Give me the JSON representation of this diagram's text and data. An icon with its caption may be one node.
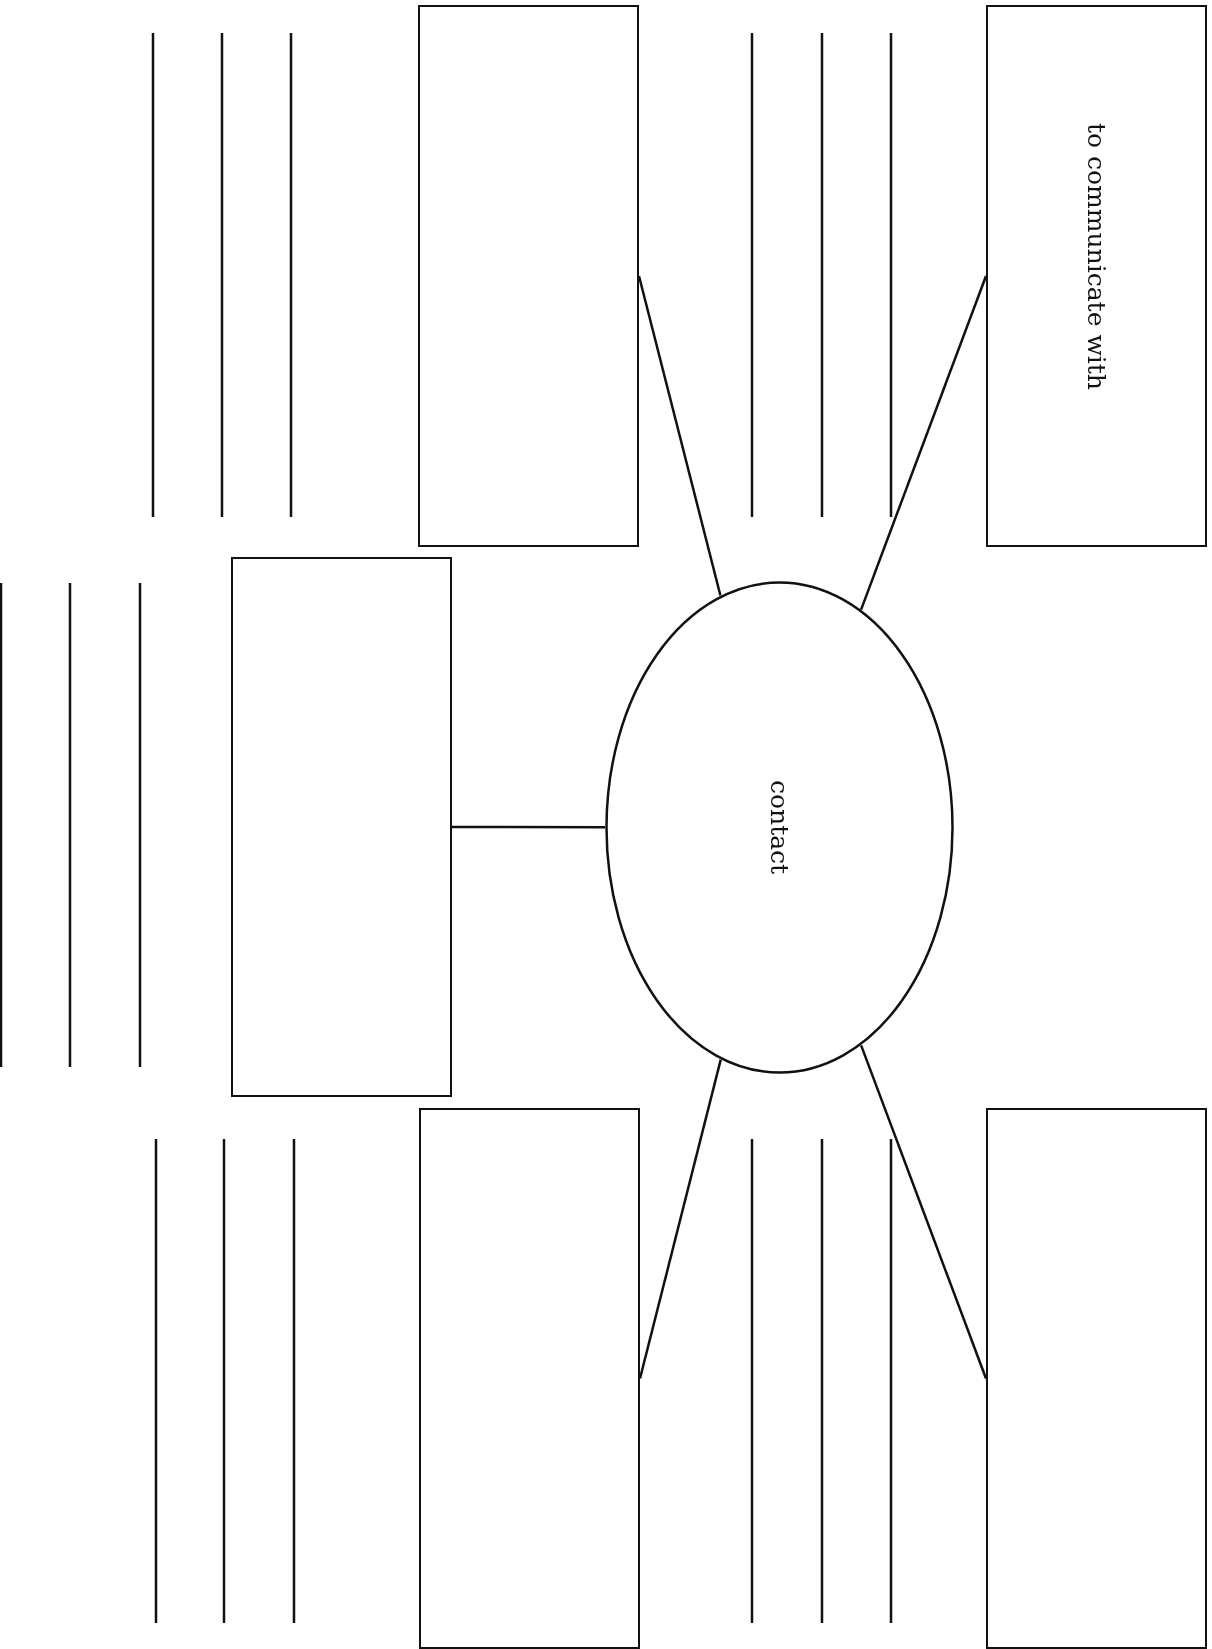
{
  "diagram": {
    "nodes": [
      {
        "text": [
          "to communicate with"
        ]
      },
      {
        "text": [],
        "shape": "box"
      },
      {
        "text": [
          "contact"
        ]
      },
      {
        "text": [],
        "shape": "box"
      },
      {
        "text": [],
        "shape": "box"
      },
      {
        "text": [],
        "shape": "box"
      }
    ],
    "edges": [
      {
        "from": 2,
        "to": 0,
        "arrow": "none"
      },
      {
        "from": 2,
        "to": 1,
        "arrow": "none"
      },
      {
        "from": 2,
        "to": 3,
        "arrow": "none"
      },
      {
        "from": 2,
        "to": 4,
        "arrow": "none"
      },
      {
        "from": 2,
        "to": 5,
        "arrow": "none"
      }
    ]
  }
}
